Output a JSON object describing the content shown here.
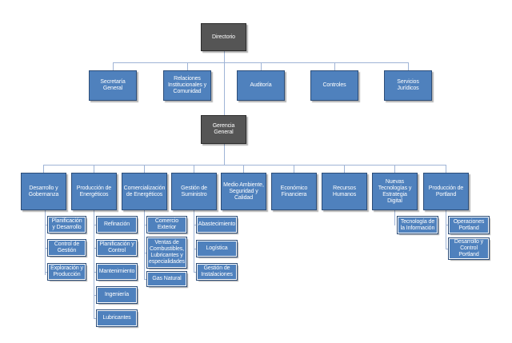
{
  "top": {
    "directorio": "Directorio",
    "gerencia_general": "Gerencia General"
  },
  "direct_reports": [
    "Secretaría General",
    "Relaciones Institucionales y Comunidad",
    "Auditoría",
    "Controles",
    "Servicios Jurídicos"
  ],
  "departments": [
    {
      "label": "Desarrollo y Gobernanza",
      "children": [
        "Planificación y Desarrollo",
        "Control de Gestión",
        "Exploración y Producción"
      ]
    },
    {
      "label": "Producción de Energéticos",
      "children": [
        "Refinación",
        "Planificación y Control",
        "Mantenimiento",
        "Ingeniería",
        "Lubricantes"
      ]
    },
    {
      "label": "Comercialización de Energéticos",
      "children": [
        "Comercio Exterior",
        "Ventas de Combustibles, Lubricantes y especialidades",
        "Gas Natural"
      ]
    },
    {
      "label": "Gestión de Suministro",
      "children": [
        "Abastecimiento",
        "Logística",
        "Gestión de Instalaciones"
      ]
    },
    {
      "label": "Medio Ambiente, Seguridad y Calidad",
      "children": []
    },
    {
      "label": "Económico Financiera",
      "children": []
    },
    {
      "label": "Recursos Humanos",
      "children": []
    },
    {
      "label": "Nuevas Tecnologías y Estrategia Digital",
      "children": [
        "Tecnología de la Información"
      ]
    },
    {
      "label": "Producción de Portland",
      "children": [
        "Operaciones Portland",
        "Desarrollo y Control Portland"
      ]
    }
  ]
}
